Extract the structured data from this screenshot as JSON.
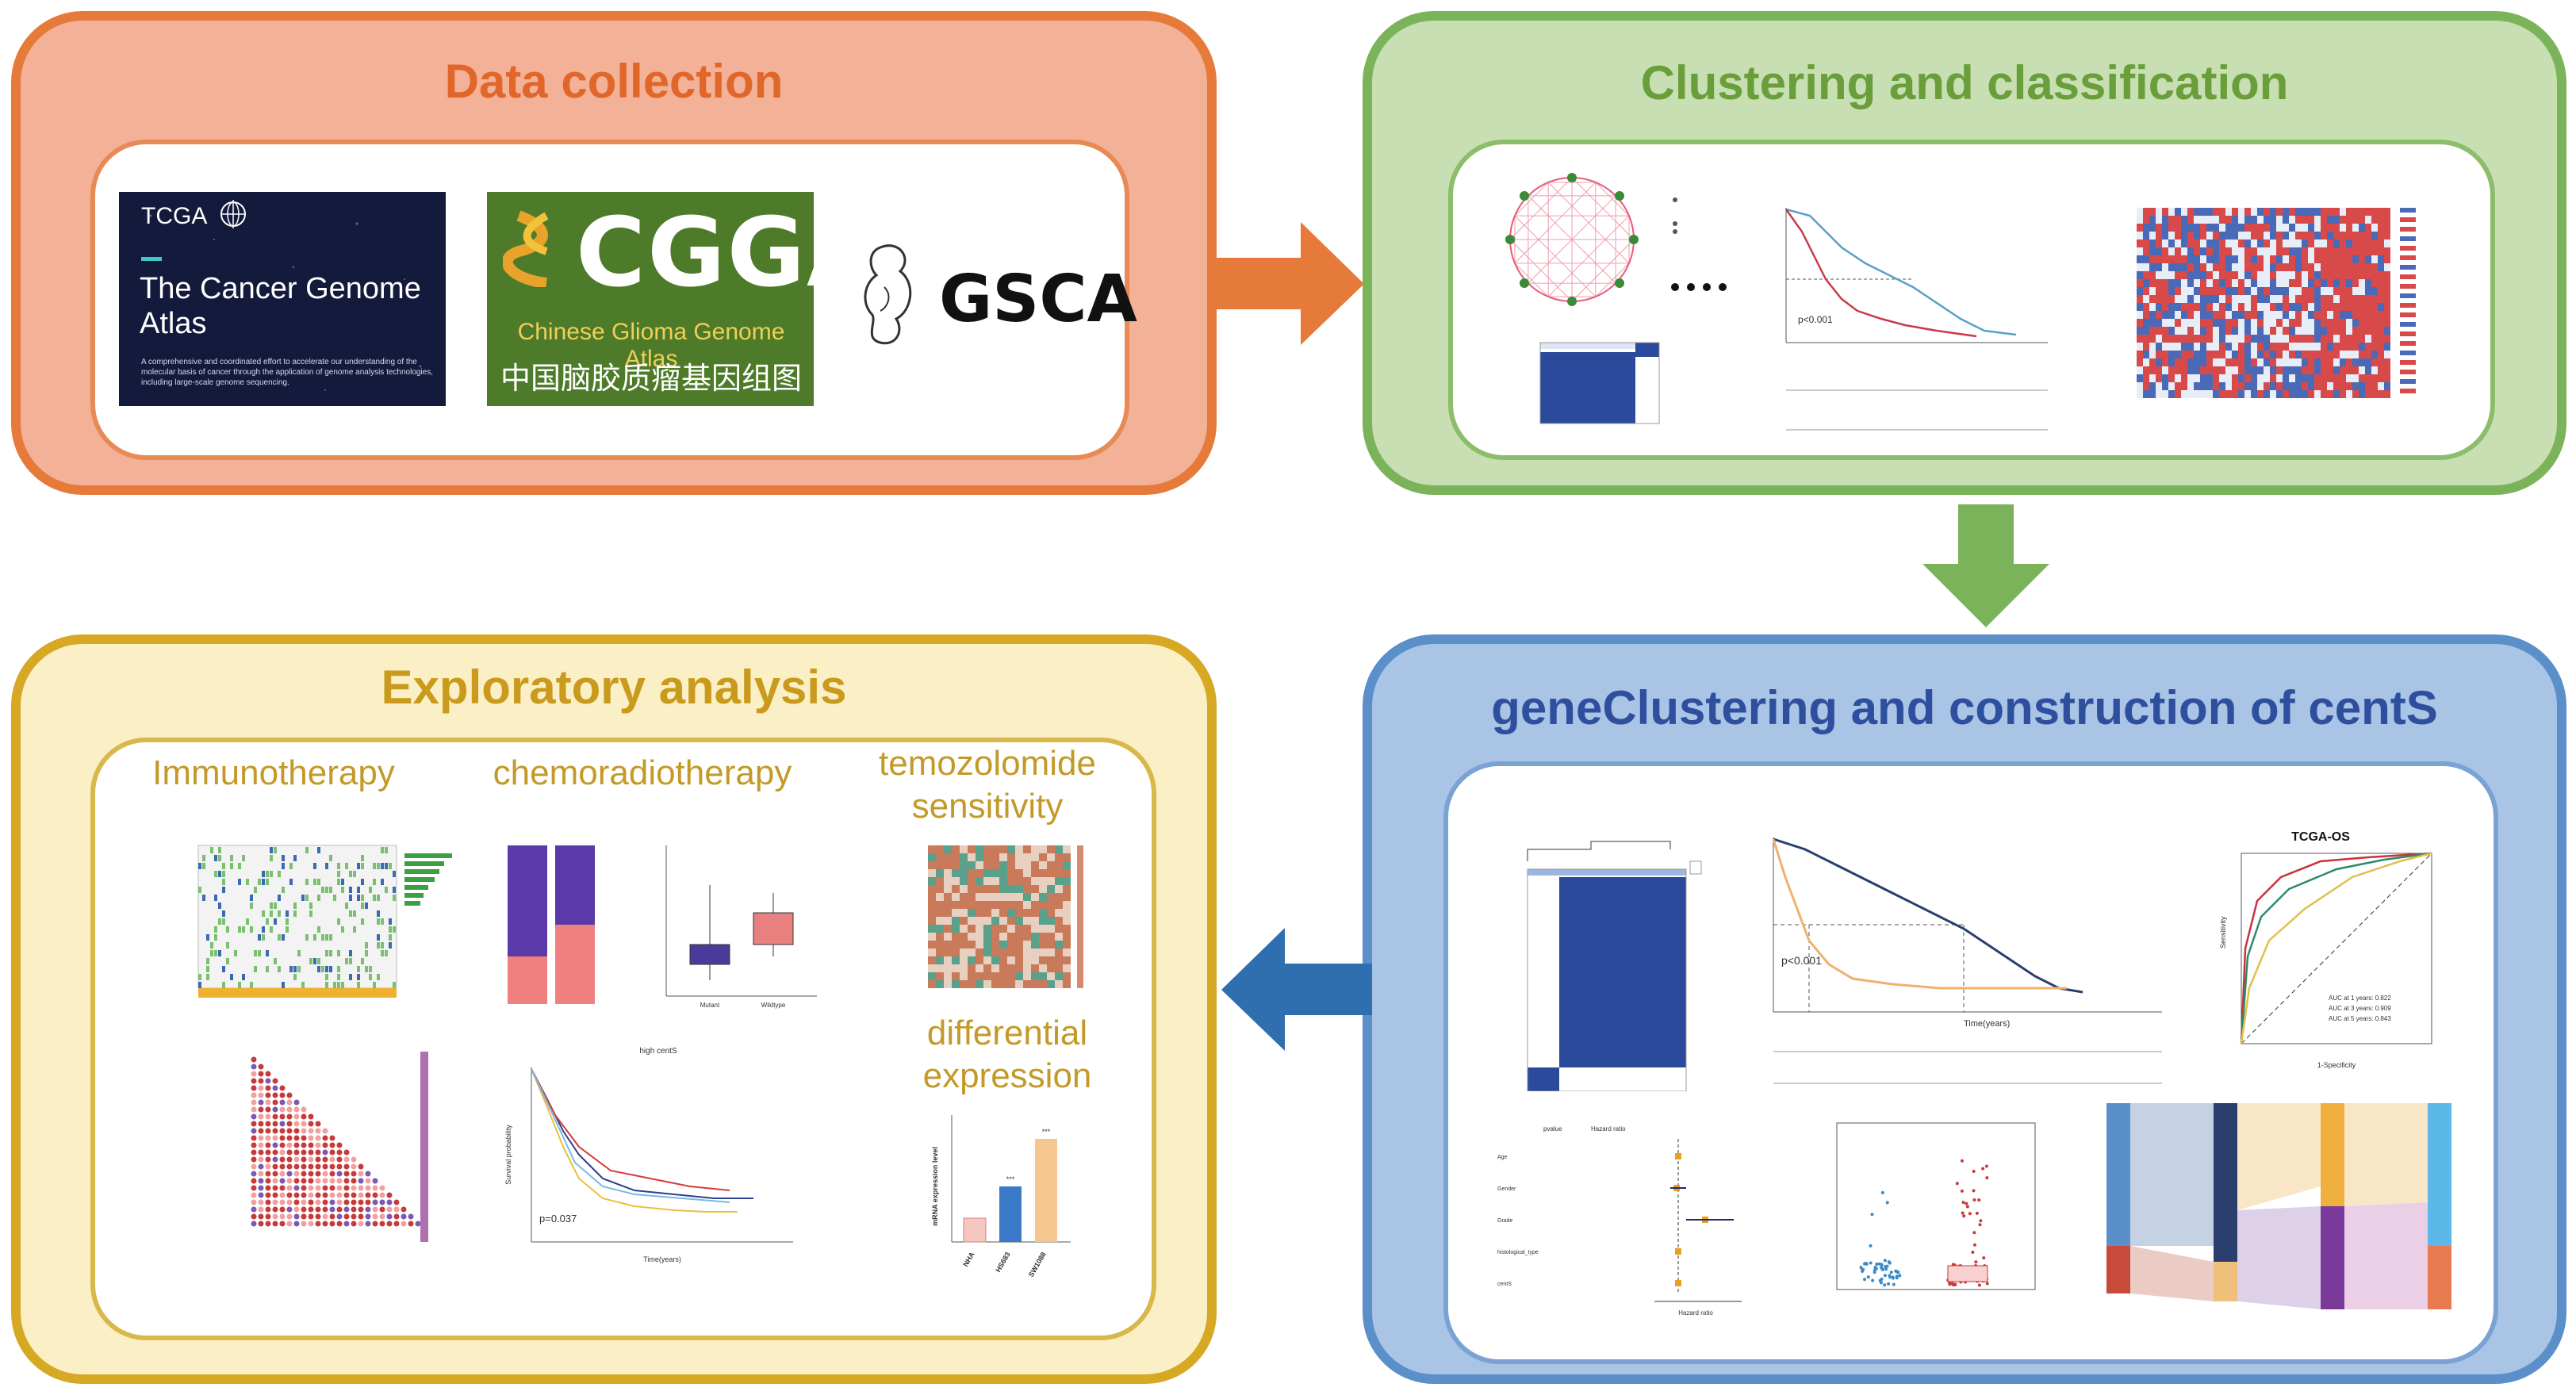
{
  "panels": {
    "data_collection": {
      "title": "Data collection",
      "tcga": {
        "label": "TCGA",
        "name": "The Cancer Genome Atlas",
        "desc": "A comprehensive and coordinated effort to accelerate our understanding of the molecular basis of cancer through the application of genome analysis technologies, including large-scale genome sequencing."
      },
      "cgga": {
        "label": "CGGA",
        "en": "Chinese Glioma Genome Atlas",
        "zh": "中国脑胶质瘤基因组图谱计划"
      },
      "gsca": {
        "label": "GSCA"
      }
    },
    "clustering": {
      "title": "Clustering and classification",
      "km_pvalue": "p<0.001"
    },
    "exploratory": {
      "title": "Exploratory analysis",
      "immunotherapy": "Immunotherapy",
      "chemoradiotherapy": "chemoradiotherapy",
      "tmz": "temozolomide sensitivity",
      "diffexp": "differential expression",
      "km_title": "high centS",
      "km_pvalue": "p=0.037",
      "km_xlabel": "Time(years)",
      "km_ylabel": "Survival probability",
      "bar_ylabel": "mRNA expression level",
      "bar_categories": [
        "NHA",
        "HS683",
        "SW1088"
      ],
      "box_categories": [
        "Mutant",
        "Wildtype"
      ],
      "bar_sig": "***"
    },
    "geneclustering": {
      "title": "geneClustering and construction of centS",
      "km_pvalue": "p<0.001",
      "km_xlabel": "Time(years)",
      "roc_title": "TCGA-OS",
      "roc_xlabel": "1-Specificity",
      "roc_ylabel": "Sensitivity",
      "roc_legend": [
        "AUC at 1 years: 0.822",
        "AUC at 3 years: 0.909",
        "AUC at 5 years: 0.843"
      ],
      "forest_header": [
        "pvalue",
        "Hazard ratio"
      ],
      "forest_rows": [
        "Age",
        "Gender",
        "Grade",
        "histological_type",
        "centS"
      ],
      "forest_xlabel": "Hazard ratio"
    }
  },
  "colors": {
    "orange": "#e67a3a",
    "green": "#7bb35a",
    "gold": "#d6a824",
    "blue": "#5b8fca",
    "arrow_blue": "#2f6fb0"
  }
}
